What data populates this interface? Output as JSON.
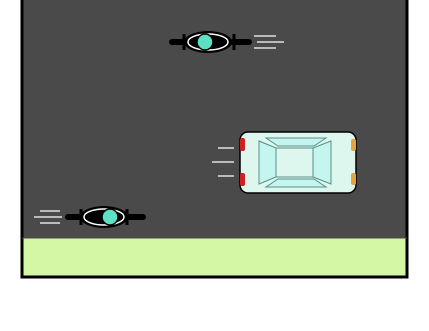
{
  "scene": {
    "colors": {
      "page_background": "#ffffff",
      "road": "#4a4a4a",
      "border": "#000000",
      "grass": "#d3f7a5",
      "vehicle_outline": "#000000",
      "rider_helmet": "#5de0c4",
      "car_body": "#def7ee",
      "car_glass": "#c4f5ef",
      "car_tail_light": "#cc2222",
      "car_head_light": "#e8a23a",
      "speed_lines": "#bbbbbb"
    },
    "vehicles": [
      {
        "kind": "motorcycle",
        "direction": "right",
        "label": "motorcycle-top"
      },
      {
        "kind": "car",
        "direction": "right",
        "label": "car"
      },
      {
        "kind": "motorcycle",
        "direction": "right",
        "label": "motorcycle-bottom"
      }
    ]
  }
}
